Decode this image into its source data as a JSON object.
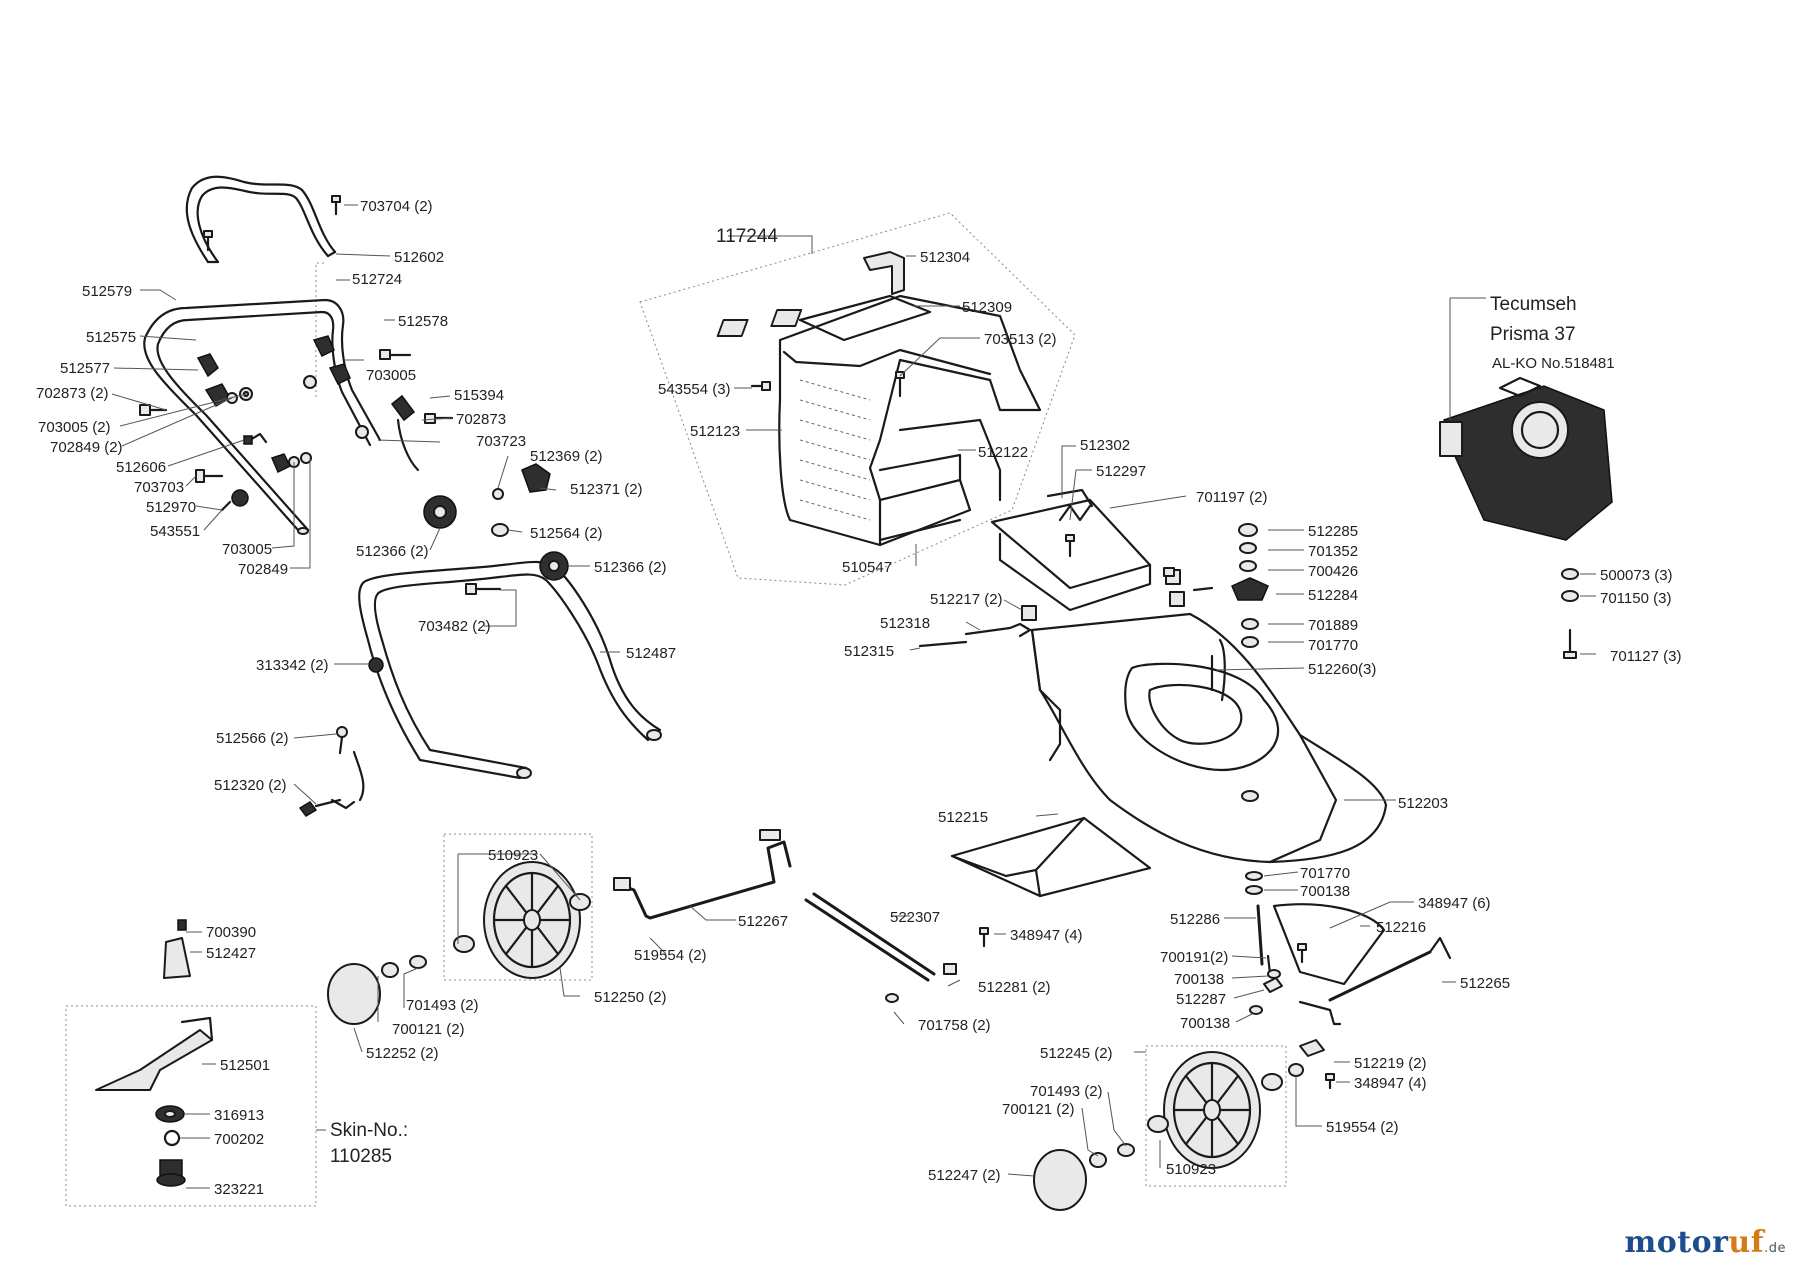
{
  "parts": [
    {
      "id": "p703704",
      "text": "703704 (2)"
    },
    {
      "id": "p512602",
      "text": "512602"
    },
    {
      "id": "p512724",
      "text": "512724"
    },
    {
      "id": "p512579",
      "text": "512579"
    },
    {
      "id": "p512578",
      "text": "512578"
    },
    {
      "id": "p512575",
      "text": "512575"
    },
    {
      "id": "p512577",
      "text": "512577"
    },
    {
      "id": "p703005a",
      "text": "703005"
    },
    {
      "id": "p515394",
      "text": "515394"
    },
    {
      "id": "p702873a",
      "text": "702873 (2)"
    },
    {
      "id": "p702873b",
      "text": "702873"
    },
    {
      "id": "p703005b",
      "text": "703005 (2)"
    },
    {
      "id": "p702849a",
      "text": "702849 (2)"
    },
    {
      "id": "p703723",
      "text": "703723"
    },
    {
      "id": "p512606",
      "text": "512606"
    },
    {
      "id": "p512369",
      "text": "512369 (2)"
    },
    {
      "id": "p703703",
      "text": "703703"
    },
    {
      "id": "p512371",
      "text": "512371 (2)"
    },
    {
      "id": "p512970",
      "text": "512970"
    },
    {
      "id": "p543551",
      "text": "543551"
    },
    {
      "id": "p512564",
      "text": "512564 (2)"
    },
    {
      "id": "p703005c",
      "text": "703005"
    },
    {
      "id": "p512366a",
      "text": "512366 (2)"
    },
    {
      "id": "p702849b",
      "text": "702849"
    },
    {
      "id": "p512366b",
      "text": "512366 (2)"
    },
    {
      "id": "p703482",
      "text": "703482 (2)"
    },
    {
      "id": "p512487",
      "text": "512487"
    },
    {
      "id": "p313342",
      "text": "313342 (2)"
    },
    {
      "id": "p512566",
      "text": "512566 (2)"
    },
    {
      "id": "p512320",
      "text": "512320 (2)"
    },
    {
      "id": "p117244",
      "text": "117244"
    },
    {
      "id": "p512304",
      "text": "512304"
    },
    {
      "id": "p512309",
      "text": "512309"
    },
    {
      "id": "p703513",
      "text": "703513 (2)"
    },
    {
      "id": "p543554",
      "text": "543554 (3)"
    },
    {
      "id": "p512123",
      "text": "512123"
    },
    {
      "id": "p512122",
      "text": "512122"
    },
    {
      "id": "p510547",
      "text": "510547"
    },
    {
      "id": "p512302",
      "text": "512302"
    },
    {
      "id": "p512297",
      "text": "512297"
    },
    {
      "id": "p701197",
      "text": "701197 (2)"
    },
    {
      "id": "p512285",
      "text": "512285"
    },
    {
      "id": "p701352",
      "text": "701352"
    },
    {
      "id": "p700426",
      "text": "700426"
    },
    {
      "id": "p512284",
      "text": "512284"
    },
    {
      "id": "p512217",
      "text": "512217 (2)"
    },
    {
      "id": "p512318",
      "text": "512318"
    },
    {
      "id": "p512315",
      "text": "512315"
    },
    {
      "id": "p701889",
      "text": "701889"
    },
    {
      "id": "p701770a",
      "text": "701770"
    },
    {
      "id": "p512260",
      "text": "512260(3)"
    },
    {
      "id": "p500073",
      "text": "500073 (3)"
    },
    {
      "id": "p701150",
      "text": "701150 (3)"
    },
    {
      "id": "p701127",
      "text": "701127 (3)"
    },
    {
      "id": "p512203",
      "text": "512203"
    },
    {
      "id": "p512215",
      "text": "512215"
    },
    {
      "id": "p701770b",
      "text": "701770"
    },
    {
      "id": "p700138a",
      "text": "700138"
    },
    {
      "id": "p348947a",
      "text": "348947 (6)"
    },
    {
      "id": "p512286",
      "text": "512286"
    },
    {
      "id": "p512216",
      "text": "512216"
    },
    {
      "id": "p348947b",
      "text": "348947 (4)"
    },
    {
      "id": "p700191",
      "text": "700191(2)"
    },
    {
      "id": "p700138b",
      "text": "700138"
    },
    {
      "id": "p512265",
      "text": "512265"
    },
    {
      "id": "p512287",
      "text": "512287"
    },
    {
      "id": "p700138c",
      "text": "700138"
    },
    {
      "id": "p510923a",
      "text": "510923"
    },
    {
      "id": "p512267",
      "text": "512267"
    },
    {
      "id": "p522307",
      "text": "522307"
    },
    {
      "id": "p519554a",
      "text": "519554 (2)"
    },
    {
      "id": "p700390",
      "text": "700390"
    },
    {
      "id": "p512427",
      "text": "512427"
    },
    {
      "id": "p701493a",
      "text": "701493 (2)"
    },
    {
      "id": "p512250",
      "text": "512250 (2)"
    },
    {
      "id": "p512281",
      "text": "512281 (2)"
    },
    {
      "id": "p700121a",
      "text": "700121 (2)"
    },
    {
      "id": "p701758",
      "text": "701758 (2)"
    },
    {
      "id": "p512252",
      "text": "512252 (2)"
    },
    {
      "id": "p512245",
      "text": "512245 (2)"
    },
    {
      "id": "p512219",
      "text": "512219 (2)"
    },
    {
      "id": "p348947c",
      "text": "348947 (4)"
    },
    {
      "id": "p512501",
      "text": "512501"
    },
    {
      "id": "p701493b",
      "text": "701493 (2)"
    },
    {
      "id": "p700121b",
      "text": "700121 (2)"
    },
    {
      "id": "p519554b",
      "text": "519554 (2)"
    },
    {
      "id": "p316913",
      "text": "316913"
    },
    {
      "id": "p700202",
      "text": "700202"
    },
    {
      "id": "p323221",
      "text": "323221"
    },
    {
      "id": "p512247",
      "text": "512247 (2)"
    },
    {
      "id": "p510923b",
      "text": "510923"
    }
  ],
  "skin": {
    "line1": "Skin-No.:",
    "line2": "110285"
  },
  "engine": {
    "line1": "Tecumseh",
    "line2": "Prisma 37",
    "line3": "AL-KO No.518481"
  },
  "logo": {
    "part1": "motor",
    "part2": "uf",
    "domain": ".de"
  },
  "colors": {
    "line": "#1a1a1a",
    "brand_blue": "#1d4d8e",
    "brand_orange": "#d47b17"
  }
}
